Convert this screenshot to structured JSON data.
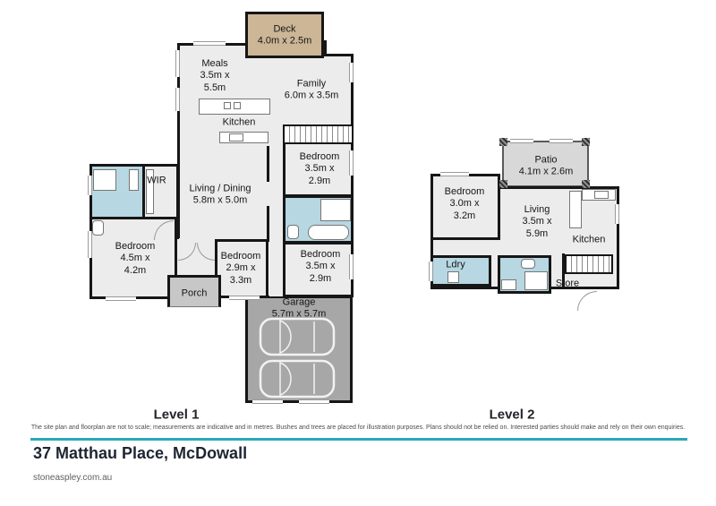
{
  "meta": {
    "address": "37 Matthau Place, McDowall",
    "website": "stoneaspley.com.au",
    "disclaimer": "The site plan and floorplan are not to scale; measurements are indicative and in metres. Bushes and trees are placed for illustration purposes. Plans should not be relied on. Interested parties should make and rely on their own enquiries.",
    "accent_color": "#2aa9b8"
  },
  "palette": {
    "wall": "#161616",
    "room": "#ececec",
    "wet_area": "#b7d7e2",
    "deck": "#ccb696",
    "patio": "#d8d8d8",
    "porch": "#c7c7c7",
    "garage": "#a7a7a7"
  },
  "levels": [
    {
      "label": "Level 1",
      "rooms": [
        {
          "name": "Deck",
          "dims": "4.0m x 2.5m"
        },
        {
          "name": "Meals",
          "dims": "3.5m x 5.5m"
        },
        {
          "name": "Family",
          "dims": "6.0m x 3.5m"
        },
        {
          "name": "Kitchen",
          "dims": ""
        },
        {
          "name": "WIR",
          "dims": ""
        },
        {
          "name": "Living / Dining",
          "dims": "5.8m x 5.0m"
        },
        {
          "name": "Bedroom",
          "dims": "3.5m x 2.9m"
        },
        {
          "name": "Bedroom",
          "dims": "4.5m x 4.2m"
        },
        {
          "name": "Bedroom",
          "dims": "2.9m x 3.3m"
        },
        {
          "name": "Bedroom",
          "dims": "3.5m x 2.9m"
        },
        {
          "name": "Porch",
          "dims": ""
        },
        {
          "name": "Garage",
          "dims": "5.7m x 5.7m"
        }
      ]
    },
    {
      "label": "Level 2",
      "rooms": [
        {
          "name": "Patio",
          "dims": "4.1m x 2.6m"
        },
        {
          "name": "Bedroom",
          "dims": "3.0m x 3.2m"
        },
        {
          "name": "Living",
          "dims": "3.5m x 5.9m"
        },
        {
          "name": "Kitchen",
          "dims": ""
        },
        {
          "name": "Ldry",
          "dims": ""
        },
        {
          "name": "Store",
          "dims": ""
        }
      ]
    }
  ]
}
